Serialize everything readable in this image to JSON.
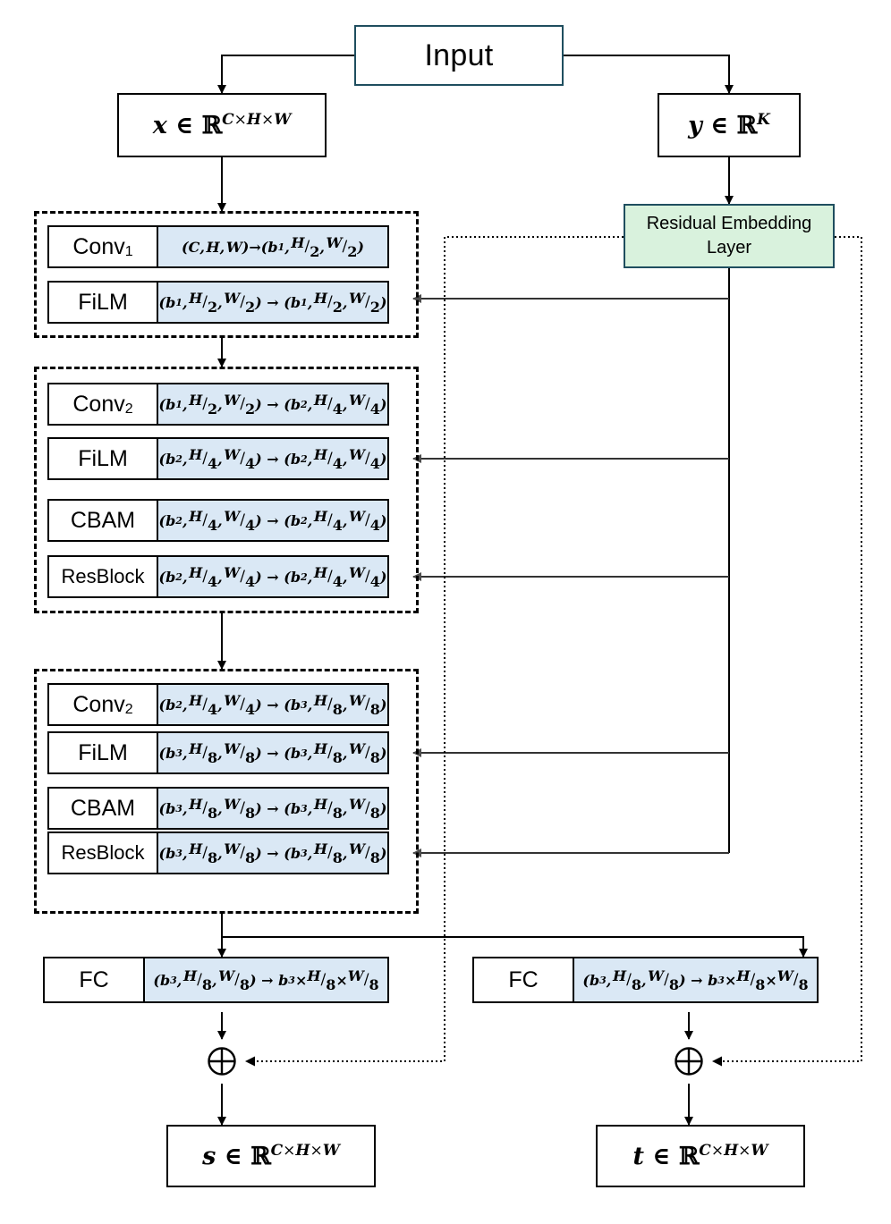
{
  "diagram": {
    "title": "Conditional affine coupling network (FiLM/CBAM) producing scale and translation maps",
    "colors": {
      "block_fill": "#dae8f5",
      "embed_fill": "#d9f2dd",
      "accent_border": "#1f4e5f",
      "line": "#000000"
    },
    "input": {
      "label": "Input"
    },
    "tensors": {
      "x": {
        "var": "x",
        "set": "R",
        "exp": "C×H×W"
      },
      "y": {
        "var": "y",
        "set": "R",
        "exp": "K"
      },
      "s": {
        "var": "s",
        "set": "R",
        "exp": "C×H×W"
      },
      "t": {
        "var": "t",
        "set": "R",
        "exp": "C×H×W"
      }
    },
    "embedding": {
      "line1": "Residual Embedding",
      "line2": "Layer"
    },
    "blocks": [
      {
        "id": "block-1",
        "rows": [
          {
            "name": "Conv",
            "sub": "1",
            "in": [
              "C",
              "H",
              "W"
            ],
            "in_den": [
              null,
              null,
              null
            ],
            "out": [
              "b",
              "H",
              "W"
            ],
            "out_sub": "1",
            "out_den": [
              null,
              "2",
              "2"
            ]
          },
          {
            "name": "FiLM",
            "sub": "",
            "in": [
              "b",
              "H",
              "W"
            ],
            "in_sub": "1",
            "in_den": [
              null,
              "2",
              "2"
            ],
            "out": [
              "b",
              "H",
              "W"
            ],
            "out_sub": "1",
            "out_den": [
              null,
              "2",
              "2"
            ]
          }
        ]
      },
      {
        "id": "block-2",
        "rows": [
          {
            "name": "Conv",
            "sub": "2",
            "in": [
              "b",
              "H",
              "W"
            ],
            "in_sub": "1",
            "in_den": [
              null,
              "2",
              "2"
            ],
            "out": [
              "b",
              "H",
              "W"
            ],
            "out_sub": "2",
            "out_den": [
              null,
              "4",
              "4"
            ]
          },
          {
            "name": "FiLM",
            "sub": "",
            "in": [
              "b",
              "H",
              "W"
            ],
            "in_sub": "2",
            "in_den": [
              null,
              "4",
              "4"
            ],
            "out": [
              "b",
              "H",
              "W"
            ],
            "out_sub": "2",
            "out_den": [
              null,
              "4",
              "4"
            ]
          },
          {
            "name": "CBAM",
            "sub": "",
            "in": [
              "b",
              "H",
              "W"
            ],
            "in_sub": "2",
            "in_den": [
              null,
              "4",
              "4"
            ],
            "out": [
              "b",
              "H",
              "W"
            ],
            "out_sub": "2",
            "out_den": [
              null,
              "4",
              "4"
            ]
          },
          {
            "name": "ResBlock",
            "sub": "",
            "in": [
              "b",
              "H",
              "W"
            ],
            "in_sub": "2",
            "in_den": [
              null,
              "4",
              "4"
            ],
            "out": [
              "b",
              "H",
              "W"
            ],
            "out_sub": "2",
            "out_den": [
              null,
              "4",
              "4"
            ]
          }
        ]
      },
      {
        "id": "block-3",
        "rows": [
          {
            "name": "Conv",
            "sub": "2",
            "in": [
              "b",
              "H",
              "W"
            ],
            "in_sub": "2",
            "in_den": [
              null,
              "4",
              "4"
            ],
            "out": [
              "b",
              "H",
              "W"
            ],
            "out_sub": "3",
            "out_den": [
              null,
              "8",
              "8"
            ]
          },
          {
            "name": "FiLM",
            "sub": "",
            "in": [
              "b",
              "H",
              "W"
            ],
            "in_sub": "3",
            "in_den": [
              null,
              "8",
              "8"
            ],
            "out": [
              "b",
              "H",
              "W"
            ],
            "out_sub": "3",
            "out_den": [
              null,
              "8",
              "8"
            ]
          },
          {
            "name": "CBAM",
            "sub": "",
            "in": [
              "b",
              "H",
              "W"
            ],
            "in_sub": "3",
            "in_den": [
              null,
              "8",
              "8"
            ],
            "out": [
              "b",
              "H",
              "W"
            ],
            "out_sub": "3",
            "out_den": [
              null,
              "8",
              "8"
            ]
          },
          {
            "name": "ResBlock",
            "sub": "",
            "in": [
              "b",
              "H",
              "W"
            ],
            "in_sub": "3",
            "in_den": [
              null,
              "8",
              "8"
            ],
            "out": [
              "b",
              "H",
              "W"
            ],
            "out_sub": "3",
            "out_den": [
              null,
              "8",
              "8"
            ]
          }
        ]
      }
    ],
    "heads": [
      {
        "id": "fc-left",
        "name": "FC",
        "in_sub": "3",
        "in_den": [
          null,
          "8",
          "8"
        ],
        "out_sub": "3",
        "out_den": [
          null,
          "8",
          "8"
        ]
      },
      {
        "id": "fc-right",
        "name": "FC",
        "in_sub": "3",
        "in_den": [
          null,
          "8",
          "8"
        ],
        "out_sub": "3",
        "out_den": [
          null,
          "8",
          "8"
        ]
      }
    ],
    "operators": {
      "add": "⊕"
    },
    "symbols": {
      "arrow": "→",
      "times": "×",
      "in_set": "∈",
      "reals": "ℝ"
    }
  }
}
